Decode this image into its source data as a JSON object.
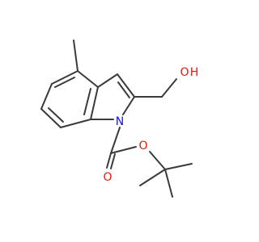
{
  "molecule": {
    "atoms": {
      "hydroxyl_oxygen": "O",
      "hydroxyl_hydrogen": "H",
      "ring_nitrogen": "N",
      "ester_oxygen": "O",
      "carbonyl_oxygen": "O"
    },
    "colors": {
      "bond": "#3a3a3a",
      "oxygen": "#e8180c",
      "nitrogen": "#1414e6"
    }
  }
}
